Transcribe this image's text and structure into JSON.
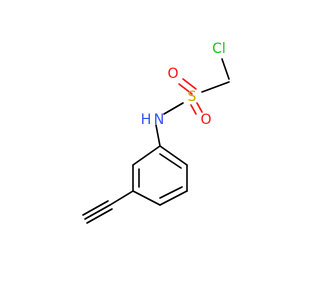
{
  "molecule": {
    "atoms": {
      "chlorine": "Cl",
      "sulfur": "S",
      "oxygen_top": "O",
      "oxygen_bottom": "O",
      "nitrogen": "N",
      "hydrogen": "H"
    },
    "colors": {
      "chlorine": "#1fbf1f",
      "sulfur": "#c8a800",
      "oxygen": "#ff0d0d",
      "nitrogen": "#3050f8",
      "bond": "#000000"
    }
  }
}
